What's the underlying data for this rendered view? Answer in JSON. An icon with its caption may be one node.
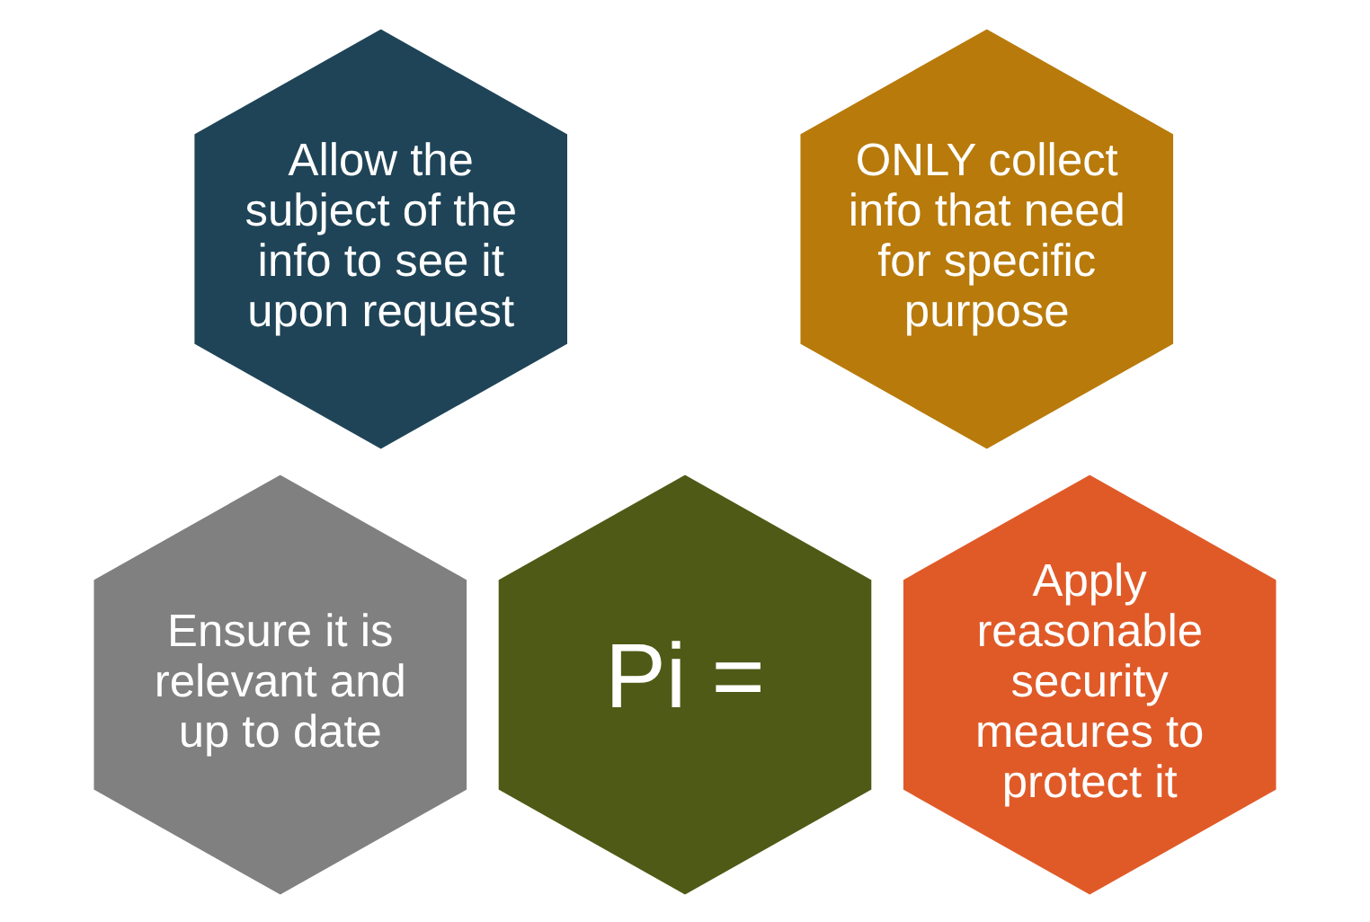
{
  "diagram": {
    "nodes": [
      {
        "text": [
          "Allow the subject of the info to see it upon request"
        ]
      },
      {
        "text": [
          "ONLY collect info that need for specific purpose"
        ]
      },
      {
        "text": [
          "Ensure it is relevant and up to date"
        ]
      },
      {
        "text": [
          "Pi ="
        ]
      },
      {
        "text": [
          "Apply reasonable security meaures to protect it"
        ]
      }
    ]
  }
}
